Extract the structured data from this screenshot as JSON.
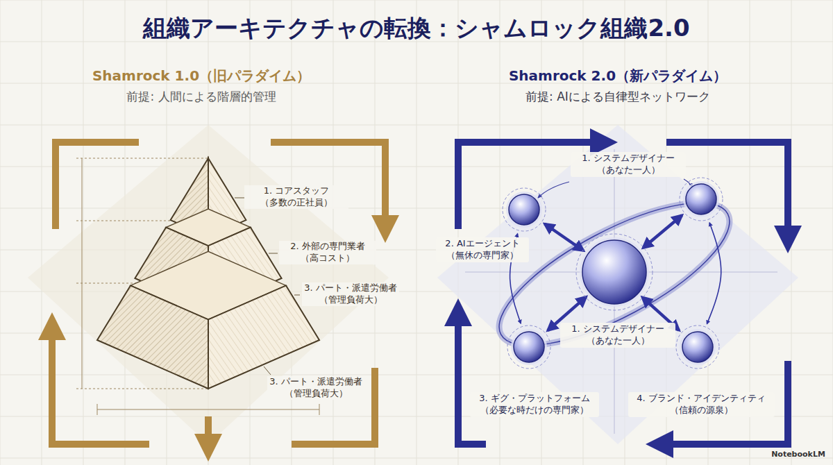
{
  "diagram": {
    "title": "組織アーキテクチャの転換：シャムロック組織2.0",
    "nodes": [
      {
        "text": [
          "1. システムデザイナー （あなた一人）"
        ]
      },
      {
        "text": [
          "2. AIエージェント （無休の専門家）"
        ]
      },
      {
        "text": [
          "1. システムデザイナー （あなた一人）"
        ]
      },
      {
        "text": [
          "3. ギグ・プラットフォーム （必要な時だけの専門家）"
        ]
      },
      {
        "text": [
          "4. ブランド・アイデンティティ （信頼の源泉）"
        ]
      }
    ],
    "edges": [
      {
        "from": 2,
        "to": 0,
        "arrow": "both"
      },
      {
        "from": 2,
        "to": 1,
        "arrow": "both"
      },
      {
        "from": 2,
        "to": 3,
        "arrow": "both"
      },
      {
        "from": 2,
        "to": 4,
        "arrow": "both"
      },
      {
        "from": 1,
        "to": 3,
        "arrow": "both"
      },
      {
        "from": 0,
        "to": 4,
        "arrow": "both"
      }
    ],
    "labels": [
      "Shamrock 1.0（旧パラダイム）",
      "前提: 人間による階層的管理",
      "1. コアスタッフ （多数の正社員）",
      "2. 外部の専門業者 （高コスト）",
      "3. パート・派遣労働者 （管理負荷大）",
      "3. パート・派遣労働者 （管理負荷大）",
      "Shamrock 2.0（新パラダイム）",
      "前提: AIによる自律型ネットワーク",
      "NotebookLM"
    ]
  }
}
